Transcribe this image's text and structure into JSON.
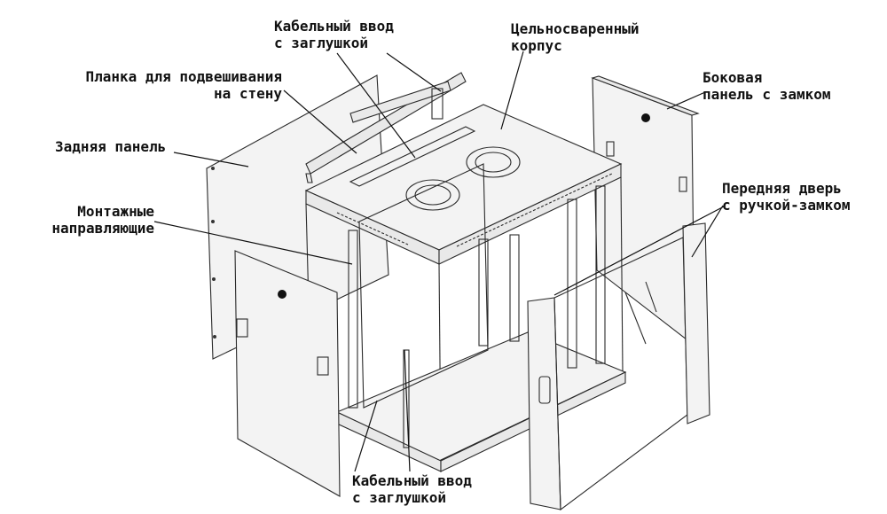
{
  "labels": {
    "cable_entry_top": [
      "Кабельный ввод",
      "с заглушкой"
    ],
    "welded_body": [
      "Цельносваренный",
      "корпус"
    ],
    "wall_bracket": [
      "Планка для подвешивания",
      "на стену"
    ],
    "side_panel": [
      "Боковая",
      "панель с замком"
    ],
    "back_panel": [
      "Задняя панель"
    ],
    "front_door": [
      "Передняя дверь",
      "с ручкой-замком"
    ],
    "mounting_rails": [
      "Монтажные",
      "направляющие"
    ],
    "cable_entry_bottom": [
      "Кабельный ввод",
      "с заглушкой"
    ]
  },
  "colors": {
    "line": "#2a2a2a",
    "panel_fill": "#f3f3f3",
    "text": "#111111"
  }
}
